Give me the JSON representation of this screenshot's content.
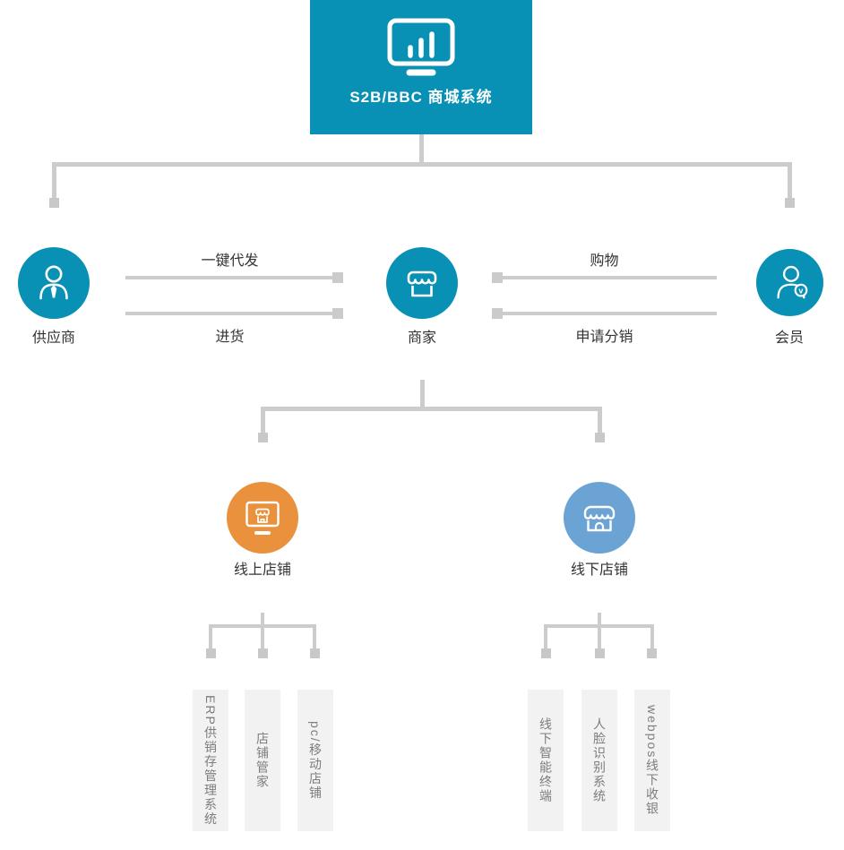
{
  "root": {
    "title": "S2B/BBC 商城系统"
  },
  "actors": {
    "supplier": {
      "label": "供应商"
    },
    "merchant": {
      "label": "商家"
    },
    "member": {
      "label": "会员"
    }
  },
  "flows": {
    "dropship": "一键代发",
    "purchase": "进货",
    "shopping": "购物",
    "apply_distribution": "申请分销"
  },
  "channels": {
    "online": {
      "label": "线上店铺"
    },
    "offline": {
      "label": "线下店铺"
    }
  },
  "online_modules": [
    "ERP供销存管理系统",
    "店铺管家",
    "pc/移动店铺"
  ],
  "offline_modules": [
    "线下智能终端",
    "人脸识别系统",
    "webpos线下收银"
  ],
  "icons": {
    "root": "monitor-bar-chart-icon",
    "supplier": "person-tie-icon",
    "merchant": "storefront-awning-icon",
    "member": "person-badge-icon",
    "member_badge": "v",
    "online": "monitor-shop-icon",
    "offline": "shop-awning-icon"
  },
  "colors": {
    "teal": "#0891b4",
    "orange": "#e9913c",
    "light_blue": "#6ba3d4",
    "connector": "#cccccc",
    "module_bg": "#f2f2f2",
    "text_dark": "#333333",
    "text_muted": "#7d7d7d"
  }
}
